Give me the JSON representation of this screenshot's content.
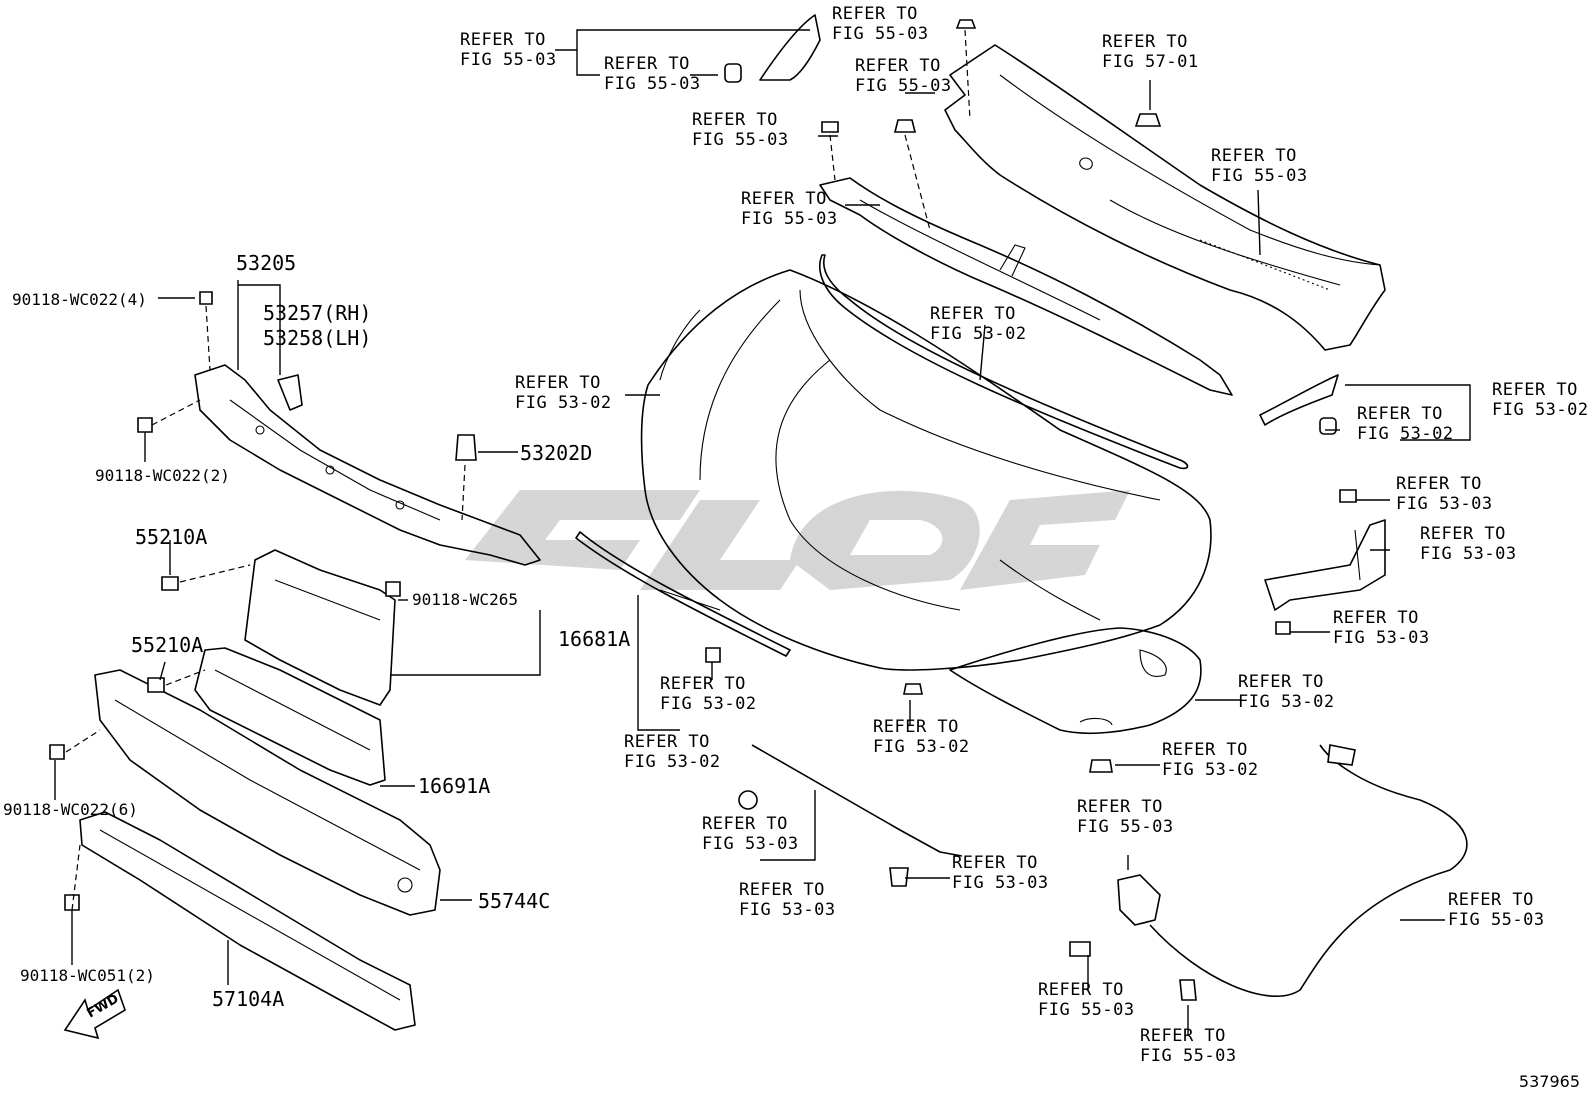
{
  "diagram_id": "537965",
  "refer": {
    "r1": "REFER TO\nFIG 55-03",
    "r2": "REFER TO\nFIG 55-03",
    "r3": "REFER TO\nFIG 55-03",
    "r4": "REFER TO\nFIG 55-03",
    "r5": "REFER TO\nFIG 57-01",
    "r6": "REFER TO\nFIG 55-03",
    "r7": "REFER TO\nFIG 55-03",
    "r8": "REFER TO\nFIG 55-03",
    "r9": "REFER TO\nFIG 53-02",
    "r10": "REFER TO\nFIG 53-02",
    "r11": "REFER TO\nFIG 53-02",
    "r12": "REFER TO\nFIG 53-02",
    "r13": "REFER TO\nFIG 53-03",
    "r14": "REFER TO\nFIG 53-03",
    "r15": "REFER TO\nFIG 53-03",
    "r16": "REFER TO\nFIG 53-02",
    "r17": "REFER TO\nFIG 53-02",
    "r18": "REFER TO\nFIG 53-02",
    "r19": "REFER TO\nFIG 53-02",
    "r20": "REFER TO\nFIG 53-02",
    "r21": "REFER TO\nFIG 53-03",
    "r22": "REFER TO\nFIG 53-03",
    "r23": "REFER TO\nFIG 53-03",
    "r24": "REFER TO\nFIG 55-03",
    "r25": "REFER TO\nFIG 55-03",
    "r26": "REFER TO\nFIG 55-03",
    "r27": "REFER TO\nFIG 55-03"
  },
  "parts": {
    "p53205": "53205",
    "p53257": "53257(RH)",
    "p53258": "53258(LH)",
    "p53202d": "53202D",
    "p55210a_1": "55210A",
    "p55210a_2": "55210A",
    "p16681a": "16681A",
    "p16691a": "16691A",
    "p55744c": "55744C",
    "p57104a": "57104A",
    "b_wc022_4": "90118-WC022(4)",
    "b_wc022_2": "90118-WC022(2)",
    "b_wc265": "90118-WC265",
    "b_wc022_6": "90118-WC022(6)",
    "b_wc051_2": "90118-WC051(2)"
  },
  "fwd_label": "FWD"
}
